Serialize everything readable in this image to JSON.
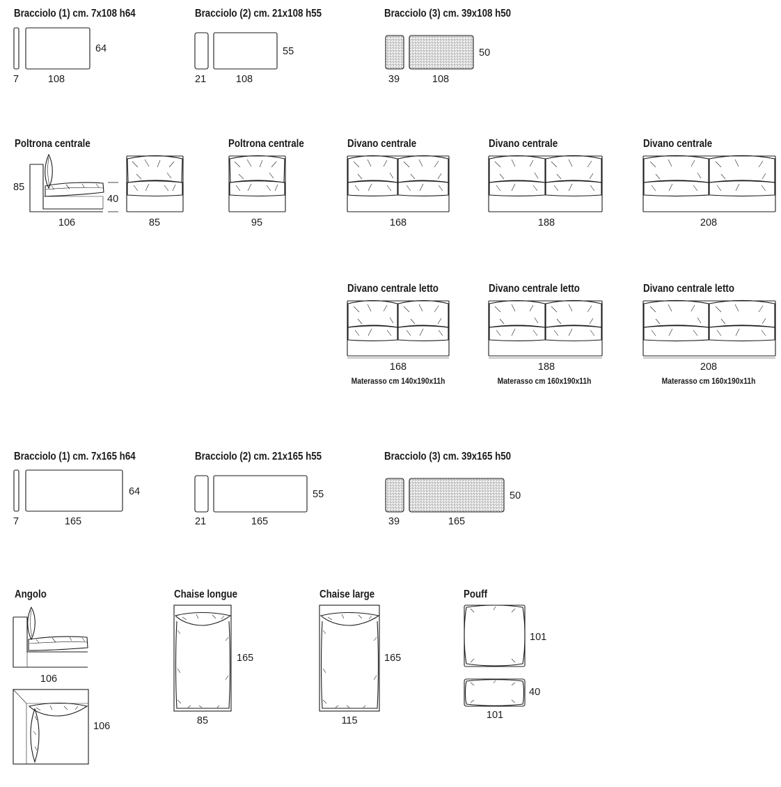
{
  "row_arms_108": {
    "arm1": {
      "title": "Bracciolo (1) cm. 7x108 h64",
      "d_width": "7",
      "d_length": "108",
      "d_height": "64"
    },
    "arm2": {
      "title": "Bracciolo (2) cm. 21x108 h55",
      "d_width": "21",
      "d_length": "108",
      "d_height": "55"
    },
    "arm3": {
      "title": "Bracciolo (3) cm. 39x108 h50",
      "d_width": "39",
      "d_length": "108",
      "d_height": "50"
    }
  },
  "row_central": {
    "poltrona_side": {
      "title": "Poltrona centrale",
      "d_height": "85",
      "d_seat": "40",
      "d_depth": "106",
      "d_width": "85"
    },
    "poltrona_95": {
      "title": "Poltrona centrale",
      "d_width": "95"
    },
    "divano_168": {
      "title": "Divano centrale",
      "d_width": "168"
    },
    "divano_188": {
      "title": "Divano centrale",
      "d_width": "188"
    },
    "divano_208": {
      "title": "Divano centrale",
      "d_width": "208"
    }
  },
  "row_beds": {
    "letto_168": {
      "title": "Divano centrale letto",
      "d_width": "168",
      "mattress": "Materasso cm 140x190x11h"
    },
    "letto_188": {
      "title": "Divano centrale letto",
      "d_width": "188",
      "mattress": "Materasso cm 160x190x11h"
    },
    "letto_208": {
      "title": "Divano centrale letto",
      "d_width": "208",
      "mattress": "Materasso cm 160x190x11h"
    }
  },
  "row_arms_165": {
    "arm1": {
      "title": "Bracciolo (1) cm. 7x165 h64",
      "d_width": "7",
      "d_length": "165",
      "d_height": "64"
    },
    "arm2": {
      "title": "Bracciolo (2) cm. 21x165 h55",
      "d_width": "21",
      "d_length": "165",
      "d_height": "55"
    },
    "arm3": {
      "title": "Bracciolo (3) cm. 39x165 h50",
      "d_width": "39",
      "d_length": "165",
      "d_height": "50"
    }
  },
  "row_special": {
    "angolo": {
      "title": "Angolo",
      "d_depth": "106",
      "d_side": "106"
    },
    "chaise_longue": {
      "title": "Chaise longue",
      "d_length": "165",
      "d_width": "85"
    },
    "chaise_large": {
      "title": "Chaise large",
      "d_length": "165",
      "d_width": "115"
    },
    "pouff": {
      "title": "Pouff",
      "d_large": "101",
      "d_small_height": "40",
      "d_small_width": "101"
    }
  }
}
